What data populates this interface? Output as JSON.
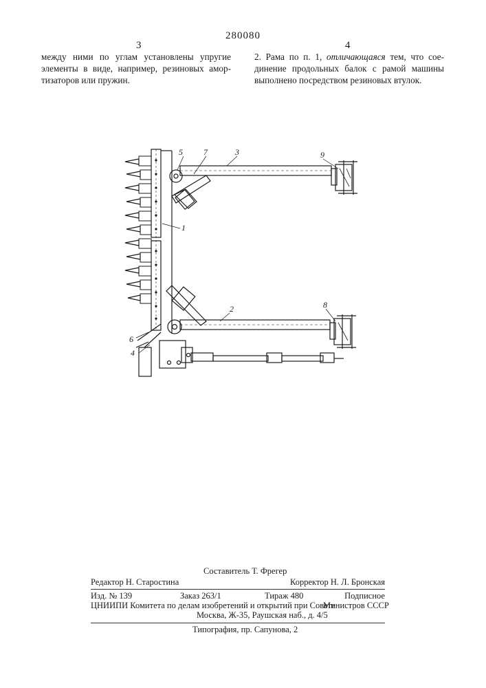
{
  "header": {
    "patent_number": "280080",
    "left_column_number": "3",
    "right_column_number": "4"
  },
  "left_text": [
    "между ними по углам установлены упругие",
    "элементы в виде, например, резиновых амор-",
    "тизаторов или пружин."
  ],
  "right_text": {
    "line1_start": "2. Рама по п. 1, ",
    "line1_italic": "отличающаяся",
    "line1_end": " тем, что сое-",
    "line2": "динение продольных балок с рамой машины",
    "line3": "выполнено посредством резиновых втулок."
  },
  "figure": {
    "labels": [
      "5",
      "7",
      "3",
      "9",
      "1",
      "2",
      "8",
      "6",
      "4"
    ]
  },
  "footer": {
    "composer": "Составитель Т. Фрегер",
    "editor": "Редактор Н. Старостина",
    "corrector": "Корректор Н. Л. Бронская",
    "order_no": "Изд. № 139",
    "order": "Заказ 263/1",
    "circulation": "Тираж 480",
    "subscription": "Подписное",
    "org_line": "ЦНИИПИ Комитета по делам изобретений и открытий при Совете",
    "ministers": "Министров СССР",
    "address": "Москва, Ж-35, Раушская наб., д. 4/5",
    "printing": "Типография, пр. Сапунова, 2"
  }
}
